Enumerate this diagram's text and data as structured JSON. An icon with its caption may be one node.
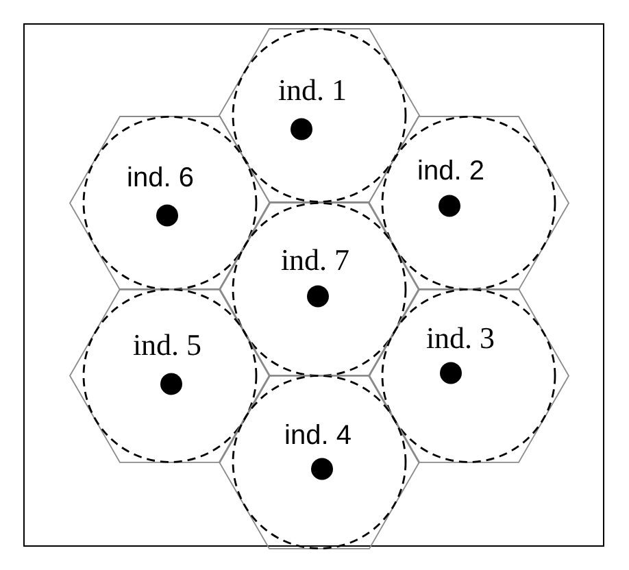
{
  "diagram": {
    "nodes": [
      {
        "text": [
          "ind. 1"
        ]
      },
      {
        "text": [
          "ind. 6"
        ]
      },
      {
        "text": [
          "ind. 2"
        ]
      },
      {
        "text": [
          "ind. 7"
        ]
      },
      {
        "text": [
          "ind. 5"
        ]
      },
      {
        "text": [
          "ind. 3"
        ]
      },
      {
        "text": [
          "ind. 4"
        ]
      }
    ]
  }
}
